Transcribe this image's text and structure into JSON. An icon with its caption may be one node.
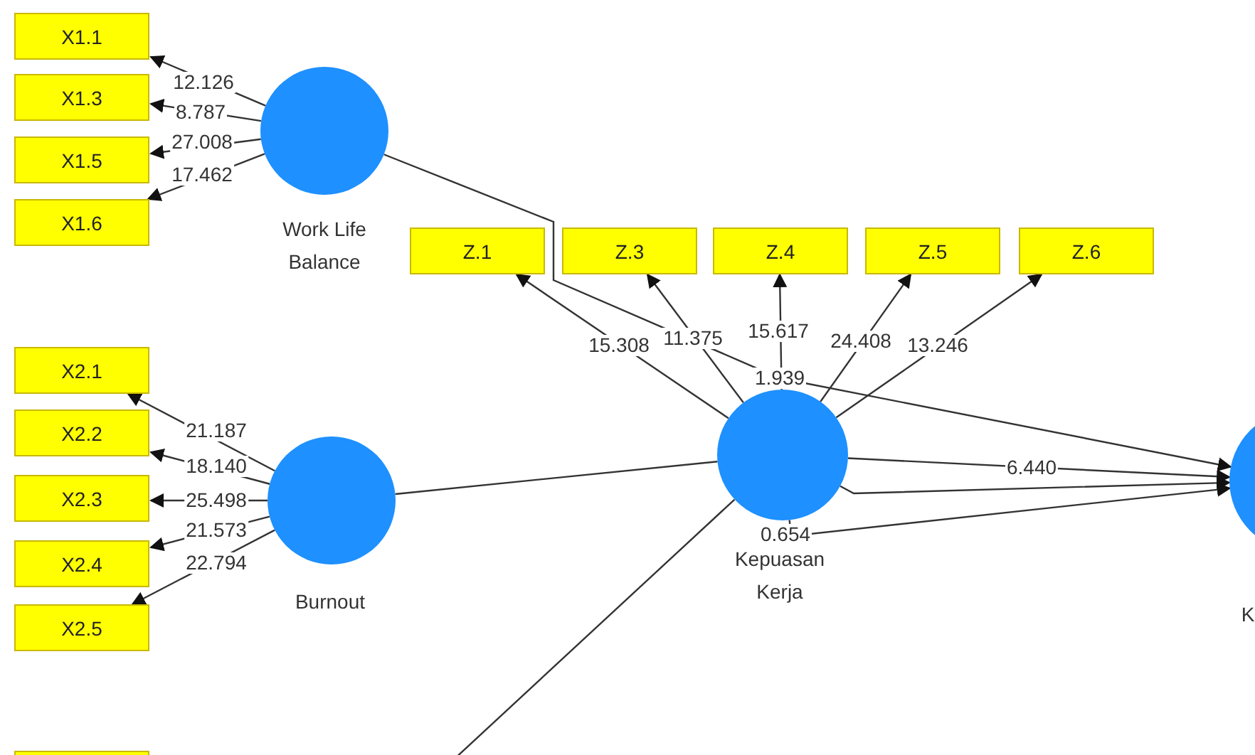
{
  "diagram": {
    "nodes": [
      {
        "text": [
          "X1.1"
        ]
      },
      {
        "text": [
          "X1.3"
        ]
      },
      {
        "text": [
          "X1.5"
        ]
      },
      {
        "text": [
          "X1.6"
        ]
      },
      {
        "text": [
          "Work Life Balance"
        ]
      },
      {
        "text": [
          "X2.1"
        ]
      },
      {
        "text": [
          "X2.2"
        ]
      },
      {
        "text": [
          "X2.3"
        ]
      },
      {
        "text": [
          "X2.4"
        ]
      },
      {
        "text": [
          "X2.5"
        ]
      },
      {
        "text": [
          "Burnout"
        ]
      },
      {
        "text": [
          "Z.1"
        ]
      },
      {
        "text": [
          "Z.3"
        ]
      },
      {
        "text": [
          "Z.4"
        ]
      },
      {
        "text": [
          "Z.5"
        ]
      },
      {
        "text": [
          "Z.6"
        ]
      },
      {
        "text": [
          "Kepuasan Kerja"
        ]
      },
      {
        "text": [
          "K"
        ]
      },
      {
        "text": [],
        "shape": "box"
      }
    ],
    "edges": [
      {
        "from": 4,
        "to": 0,
        "arrow": "to",
        "label": "12.126"
      },
      {
        "from": 4,
        "to": 1,
        "arrow": "to",
        "label": "8.787"
      },
      {
        "from": 4,
        "to": 2,
        "arrow": "to",
        "label": "27.008"
      },
      {
        "from": 4,
        "to": 3,
        "arrow": "to",
        "label": "17.462"
      },
      {
        "from": 10,
        "to": 5,
        "arrow": "to",
        "label": "21.187"
      },
      {
        "from": 10,
        "to": 6,
        "arrow": "to",
        "label": "18.140"
      },
      {
        "from": 10,
        "to": 7,
        "arrow": "to",
        "label": "25.498"
      },
      {
        "from": 10,
        "to": 8,
        "arrow": "to",
        "label": "21.573"
      },
      {
        "from": 10,
        "to": 9,
        "arrow": "to",
        "label": "22.794"
      },
      {
        "from": 16,
        "to": 11,
        "arrow": "to",
        "label": "15.308"
      },
      {
        "from": 16,
        "to": 12,
        "arrow": "to",
        "label": "11.375"
      },
      {
        "from": 16,
        "to": 13,
        "arrow": "to",
        "label": "15.617"
      },
      {
        "from": 16,
        "to": 14,
        "arrow": "to",
        "label": "24.408"
      },
      {
        "from": 16,
        "to": 15,
        "arrow": "to",
        "label": "13.246"
      },
      {
        "from": 4,
        "to": 17,
        "arrow": "to",
        "label": "1.939"
      },
      {
        "from": 10,
        "to": 16,
        "arrow": "none"
      },
      {
        "from": 16,
        "to": 17,
        "arrow": "to"
      },
      {
        "from": 16,
        "to": 17,
        "arrow": "to",
        "label": "6.440"
      },
      {
        "from": 16,
        "to": 17,
        "arrow": "to",
        "label": "0.654"
      },
      {
        "from": null,
        "to": 16,
        "arrow": "none"
      }
    ]
  }
}
